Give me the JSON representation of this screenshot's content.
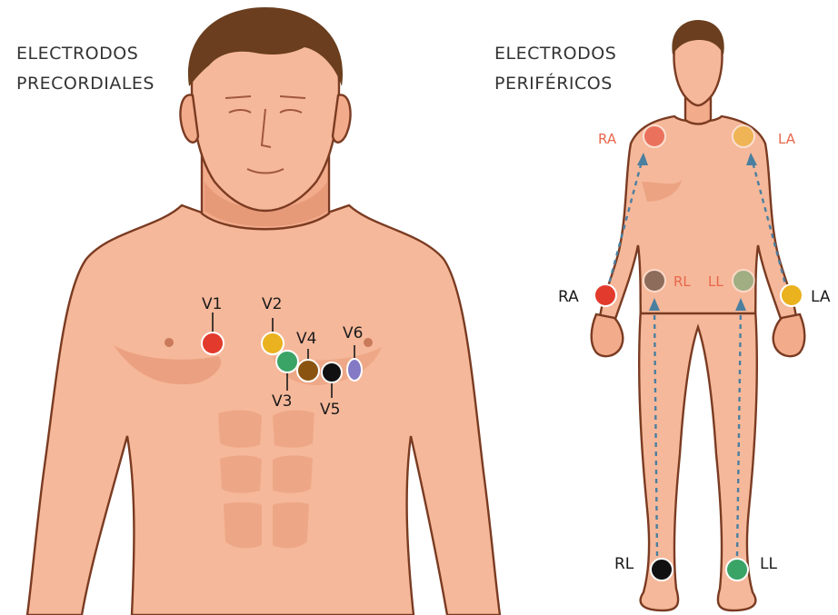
{
  "left_panel": {
    "title_line1": "ELECTRODOS",
    "title_line2": "PRECORDIALES",
    "electrodes": [
      {
        "label": "V1",
        "color": "#e23a2c"
      },
      {
        "label": "V2",
        "color": "#e9b21e"
      },
      {
        "label": "V3",
        "color": "#3aa366"
      },
      {
        "label": "V4",
        "color": "#8a5410"
      },
      {
        "label": "V5",
        "color": "#111111"
      },
      {
        "label": "V6",
        "color": "#8479c4"
      }
    ]
  },
  "right_panel": {
    "title_line1": "ELECTRODOS",
    "title_line2": "PERIFÉRICOS",
    "outer_labels": {
      "ra": "RA",
      "la": "LA",
      "rl": "RL",
      "ll": "LL"
    },
    "inner_labels": {
      "ra": "RA",
      "la": "LA",
      "rl": "RL",
      "ll": "LL"
    },
    "colors": {
      "ra": "#e23a2c",
      "la": "#e9b21e",
      "rl": "#111111",
      "ll": "#3aa366",
      "inner_label": "#e8674c",
      "arrow": "#4a7fa0",
      "skin": "#f6b89a",
      "skin_shadow": "#e79a78",
      "hair": "#6a3e1e"
    }
  }
}
